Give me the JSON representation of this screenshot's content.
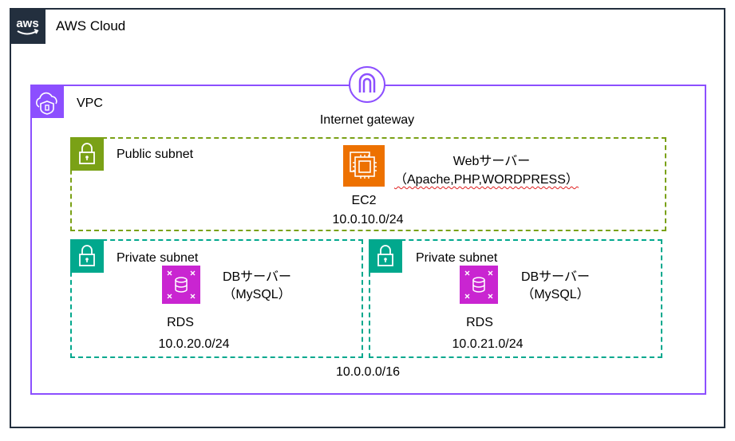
{
  "aws_cloud": {
    "label": "AWS Cloud",
    "logo_text": "aws"
  },
  "vpc": {
    "label": "VPC",
    "cidr": "10.0.0.0/16"
  },
  "internet_gateway": {
    "label": "Internet gateway"
  },
  "public_subnet": {
    "label": "Public subnet",
    "cidr": "10.0.10.0/24",
    "ec2": {
      "label": "EC2",
      "role": "Webサーバー",
      "stack": "（Apache,PHP,WORDPRESS）"
    }
  },
  "private_subnets": [
    {
      "label": "Private subnet",
      "cidr": "10.0.20.0/24",
      "rds": {
        "label": "RDS",
        "role": "DBサーバー",
        "engine": "（MySQL）"
      }
    },
    {
      "label": "Private subnet",
      "cidr": "10.0.21.0/24",
      "rds": {
        "label": "RDS",
        "role": "DBサーバー",
        "engine": "（MySQL）"
      }
    }
  ],
  "colors": {
    "aws_cloud": "#232f3e",
    "vpc": "#8c4fff",
    "public_subnet": "#7aa116",
    "private_subnet": "#01a88d",
    "ec2": "#ed7100",
    "rds": "#c925d1"
  },
  "icons": [
    "aws-logo-icon",
    "vpc-cloud-shield-icon",
    "internet-gateway-icon",
    "lock-icon",
    "ec2-instance-icon",
    "rds-database-icon"
  ]
}
